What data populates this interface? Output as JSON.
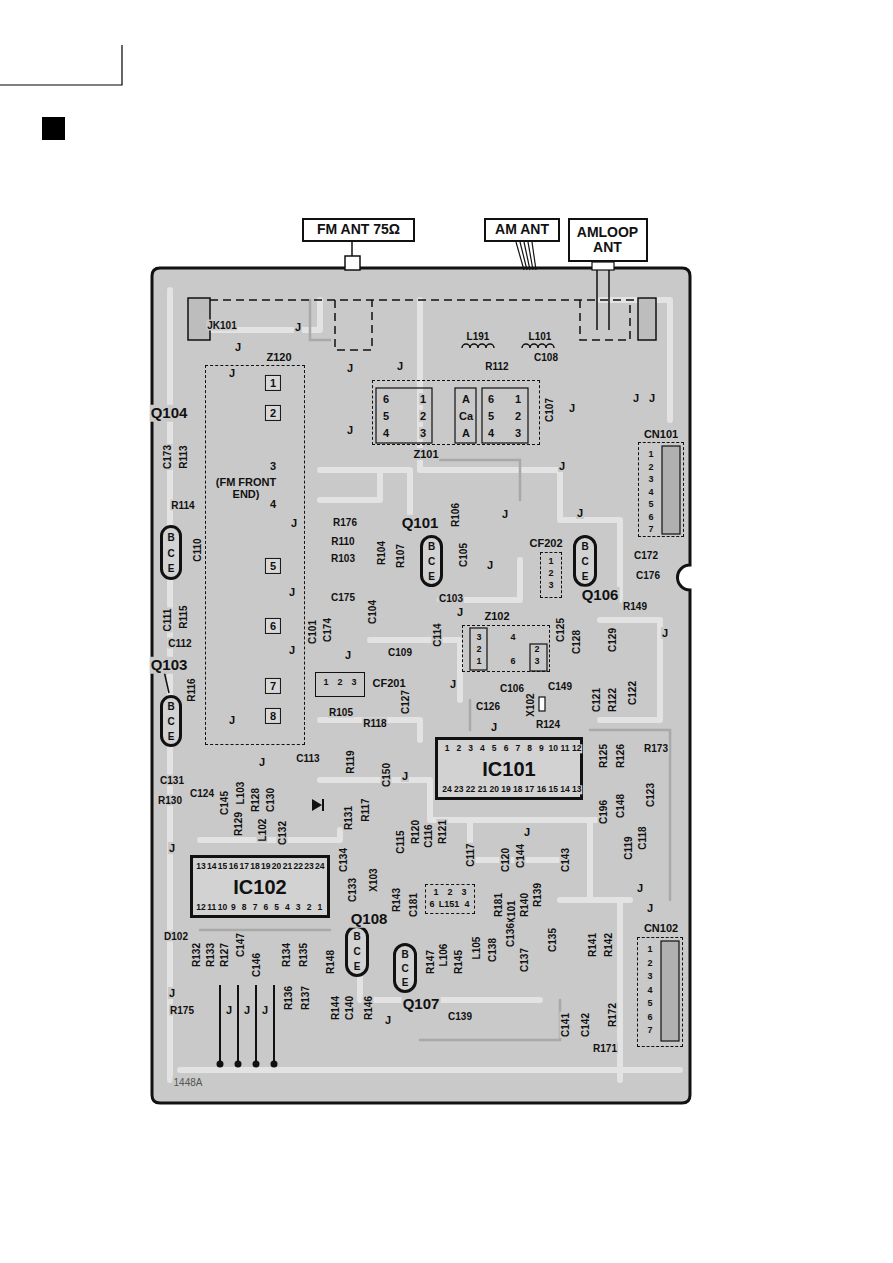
{
  "diagram": {
    "nodes": [
      {
        "text": [
          "FM ANT 75Ω"
        ]
      },
      {
        "text": [
          "AM ANT"
        ]
      },
      {
        "text": [
          "AMLOOP ANT"
        ]
      },
      {
        "text": [
          "Z120",
          "1",
          "2",
          "3",
          "(FM FRONT END)",
          "4",
          "5",
          "6",
          "7",
          "8"
        ]
      },
      {
        "text": [
          "6",
          "5",
          "4",
          "1",
          "2",
          "3",
          "A",
          "Ca",
          "A",
          "6",
          "5",
          "4",
          "1",
          "2",
          "3",
          "Z101"
        ]
      },
      {
        "text": [
          "CN101",
          "1",
          "2",
          "3",
          "4",
          "5",
          "6",
          "7"
        ]
      },
      {
        "text": [
          "Q104",
          "B",
          "C",
          "E"
        ]
      },
      {
        "text": [
          "Q101",
          "B",
          "C",
          "E"
        ]
      },
      {
        "text": [
          "CF202",
          "1",
          "2",
          "3"
        ]
      },
      {
        "text": [
          "Q106",
          "B",
          "C",
          "E"
        ]
      },
      {
        "text": [
          "Z102",
          "3",
          "2",
          "1",
          "4",
          "6",
          "2",
          "3"
        ]
      },
      {
        "text": [
          "CF201",
          "1",
          "2",
          "3"
        ]
      },
      {
        "text": [
          "Q103",
          "B",
          "C",
          "E"
        ]
      },
      {
        "text": [
          "1",
          "2",
          "3",
          "4",
          "5",
          "6",
          "7",
          "8",
          "9",
          "10",
          "11",
          "12",
          "IC101",
          "24",
          "23",
          "22",
          "21",
          "20",
          "19",
          "18",
          "17",
          "16",
          "15",
          "14",
          "13"
        ]
      },
      {
        "text": [
          "13",
          "14",
          "15",
          "16",
          "17",
          "18",
          "19",
          "20",
          "21",
          "22",
          "23",
          "24",
          "IC102",
          "12",
          "11",
          "10",
          "9",
          "8",
          "7",
          "6",
          "5",
          "4",
          "3",
          "2",
          "1"
        ]
      },
      {
        "text": [
          "1",
          "2",
          "3",
          "6",
          "L151",
          "4"
        ]
      },
      {
        "text": [
          "CN102",
          "1",
          "2",
          "3",
          "4",
          "5",
          "6",
          "7"
        ]
      },
      {
        "text": [
          "Q108",
          "B",
          "C",
          "E"
        ]
      },
      {
        "text": [
          "Q107",
          "B",
          "C",
          "E"
        ]
      }
    ],
    "labels": [
      "JK101",
      "J",
      "J",
      "L191",
      "L101",
      "C108",
      "J",
      "J",
      "J",
      "R112",
      "J",
      "J",
      "C107",
      "J",
      "J",
      "C173",
      "R113",
      "J",
      "R114",
      "J",
      "R176",
      "J",
      "R106",
      "J",
      "R110",
      "R103",
      "R104",
      "R107",
      "C105",
      "J",
      "C110",
      "C172",
      "C176",
      "J",
      "C175",
      "C103",
      "R149",
      "C104",
      "J",
      "C111",
      "R115",
      "C112",
      "C174",
      "C101",
      "C114",
      "C125",
      "C128",
      "C129",
      "J",
      "J",
      "J",
      "C109",
      "J",
      "C106",
      "C149",
      "R116",
      "C127",
      "C126",
      "X102",
      "C121",
      "R122",
      "C122",
      "R105",
      "J",
      "R124",
      "R118",
      "J",
      "R125",
      "R126",
      "R173",
      "C113",
      "J",
      "R119",
      "C150",
      "J",
      "C131",
      "R130",
      "C124",
      "C145",
      "L103",
      "R128",
      "C130",
      "R129",
      "L102",
      "C132",
      "R131",
      "R117",
      "C196",
      "C148",
      "C123",
      "C115",
      "R120",
      "C116",
      "R121",
      "J",
      "C118",
      "C119",
      "J",
      "C117",
      "C120",
      "C144",
      "C143",
      "C134",
      "X103",
      "C133",
      "J",
      "R143",
      "C181",
      "R181",
      "X101",
      "R140",
      "R139",
      "J",
      "D102",
      "C135",
      "R132",
      "R133",
      "R127",
      "C147",
      "C146",
      "R134",
      "R135",
      "R148",
      "R147",
      "L106",
      "R145",
      "L105",
      "C138",
      "C136",
      "C137",
      "R141",
      "R142",
      "J",
      "R136",
      "R137",
      "R175",
      "J",
      "J",
      "J",
      "R144",
      "C140",
      "R146",
      "J",
      "C139",
      "C141",
      "C142",
      "R172",
      "R171",
      "1448A"
    ]
  }
}
